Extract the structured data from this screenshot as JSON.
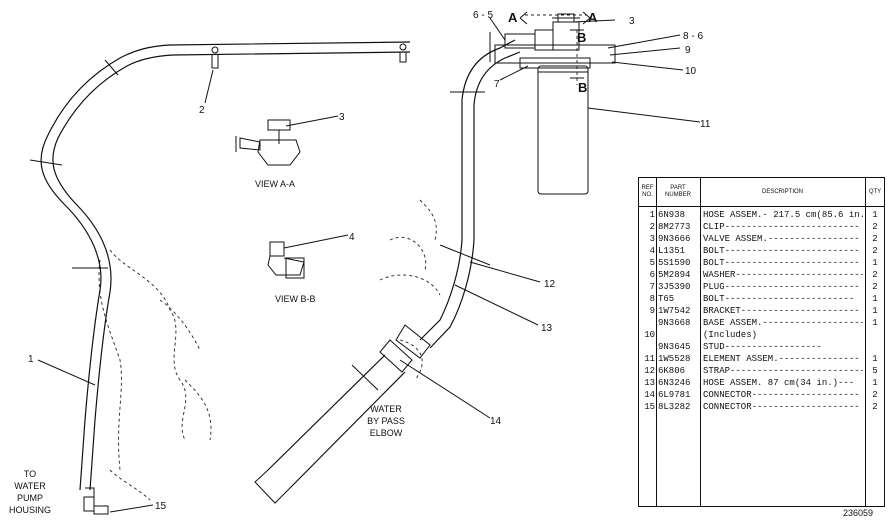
{
  "callouts": {
    "c1": "1",
    "c2": "2",
    "c3": "3",
    "c3b": "3",
    "c4": "4",
    "c6_5": "6 - 5",
    "c8_6": "8 - 6",
    "c7": "7",
    "c9": "9",
    "c10": "10",
    "c11": "11",
    "c12": "12",
    "c13": "13",
    "c14": "14",
    "c15": "15",
    "sectionA_left": "A",
    "sectionA_right": "A",
    "sectionB_top": "B",
    "sectionB_bottom": "B"
  },
  "captions": {
    "view_aa": "VIEW A-A",
    "view_bb": "VIEW B-B",
    "to_water_pump": [
      "TO",
      "WATER",
      "PUMP",
      "HOUSING"
    ],
    "water_bypass": [
      "WATER",
      "BY PASS",
      "ELBOW"
    ]
  },
  "drawing_number": "236059",
  "parts_table": {
    "headers": {
      "ref": "REF\nNO.",
      "part": "PART\nNUMBER",
      "description": "DESCRIPTION",
      "qty": "QTY"
    },
    "rows": [
      {
        "ref": "1",
        "part": "6N938",
        "desc": "HOSE ASSEM.- 217.5 cm(85.6 in.)-",
        "qty": "1"
      },
      {
        "ref": "2",
        "part": "8M2773",
        "desc": "CLIP-------------------------",
        "qty": "2"
      },
      {
        "ref": "3",
        "part": "9N3666",
        "desc": "VALVE ASSEM.-----------------",
        "qty": "2"
      },
      {
        "ref": "4",
        "part": "L1351",
        "desc": "BOLT-------------------------",
        "qty": "2"
      },
      {
        "ref": "5",
        "part": "5S1590",
        "desc": "BOLT-------------------------",
        "qty": "1"
      },
      {
        "ref": "6",
        "part": "5M2894",
        "desc": "WASHER-------------------------",
        "qty": "2"
      },
      {
        "ref": "7",
        "part": "3J5390",
        "desc": "PLUG-------------------------",
        "qty": "2"
      },
      {
        "ref": "8",
        "part": "T65",
        "desc": "BOLT------------------------",
        "qty": "1"
      },
      {
        "ref": "9",
        "part": "1W7542",
        "desc": "BRACKET----------------------",
        "qty": "1"
      },
      {
        "ref": "",
        "part": "9N3668",
        "desc": "BASE ASSEM.-------------------",
        "qty": "1"
      },
      {
        "ref": "10",
        "part": "",
        "desc": "    (Includes)",
        "qty": ""
      },
      {
        "ref": "",
        "part": "9N3645",
        "desc": "    STUD------------------",
        "qty": ""
      },
      {
        "ref": "11",
        "part": "1W5528",
        "desc": "ELEMENT ASSEM.---------------",
        "qty": "1"
      },
      {
        "ref": "12",
        "part": "6K806",
        "desc": "STRAP-------------------------",
        "qty": "5"
      },
      {
        "ref": "13",
        "part": "6N3246",
        "desc": "HOSE ASSEM.  87 cm(34 in.)---",
        "qty": "1"
      },
      {
        "ref": "14",
        "part": "6L9781",
        "desc": "CONNECTOR--------------------",
        "qty": "2"
      },
      {
        "ref": "15",
        "part": "8L3282",
        "desc": "CONNECTOR--------------------",
        "qty": "2"
      }
    ]
  }
}
